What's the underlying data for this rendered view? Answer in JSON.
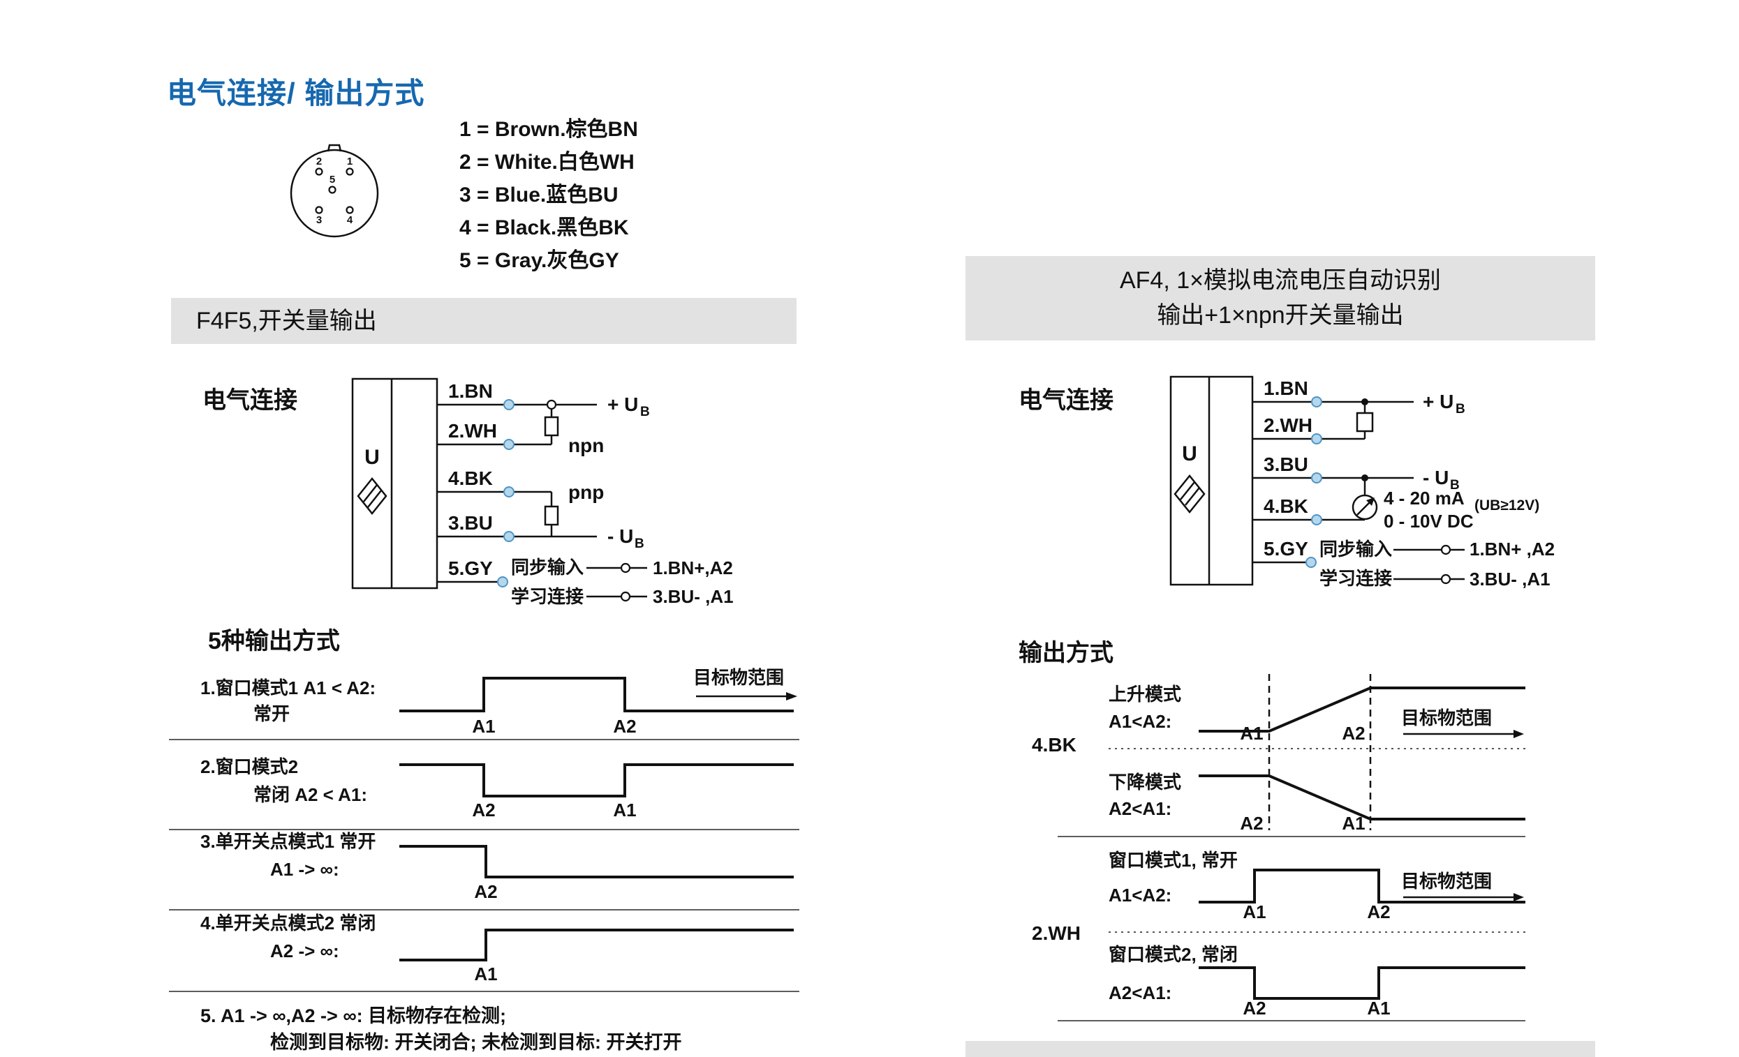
{
  "page": {
    "title": "电气连接/ 输出方式"
  },
  "connector": {
    "pins": [
      "1",
      "2",
      "3",
      "4",
      "5"
    ],
    "legend": [
      "1 = Brown.棕色BN",
      "2 = White.白色WH",
      "3 = Blue.蓝色BU",
      "4 = Black.黑色BK",
      "5 = Gray.灰色GY"
    ]
  },
  "labels": {
    "a1": "A1",
    "a2": "A2",
    "plus_u": "+ U",
    "minus_u": "- U",
    "sub_b": "B",
    "target_range": "目标物范围"
  },
  "left_section": {
    "header": "F4F5,开关量输出",
    "wiring_title": "电气连接",
    "wiring": {
      "sensor_u": "U",
      "wire1": "1.BN",
      "wire2": "2.WH",
      "wire4": "4.BK",
      "wire3": "3.BU",
      "wire5": "5.GY",
      "npn": "npn",
      "pnp": "pnp",
      "sync_input": "同步输入",
      "teach": "学习连接",
      "sync_top": "1.BN+,A2",
      "sync_bottom": "3.BU- ,A1"
    },
    "outputs_title": "5种输出方式",
    "outputs": {
      "d1_label": "1.窗口模式1 A1 < A2:",
      "d1_state": "常开",
      "d2_label": "2.窗口模式2",
      "d2_state": "常闭 A2 < A1:",
      "d3_label": "3.单开关点模式1 常开",
      "d3_cond": "A1 -> ∞:",
      "d4_label": "4.单开关点模式2 常闭",
      "d4_cond": "A2 -> ∞:",
      "note1": "5. A1 -> ∞,A2 -> ∞: 目标物存在检测;",
      "note2": "检测到目标物: 开关闭合; 未检测到目标: 开关打开"
    }
  },
  "right_section": {
    "header_line1": "AF4, 1×模拟电流电压自动识别",
    "header_line2": "输出+1×npn开关量输出",
    "wiring_title": "电气连接",
    "wiring": {
      "sensor_u": "U",
      "wire1": "1.BN",
      "wire2": "2.WH",
      "wire3": "3.BU",
      "wire4": "4.BK",
      "wire5": "5.GY",
      "analog1": "4 - 20 mA",
      "analog_note": "(UB≥12V)",
      "analog2": "0 - 10V DC",
      "sync_input": "同步输入",
      "teach": "学习连接",
      "sync_top": "1.BN+ ,A2",
      "sync_bottom": "3.BU- ,A1"
    },
    "outputs_title": "输出方式",
    "outputs": {
      "group1": "4.BK",
      "rise_label": "上升模式",
      "rise_cond": "A1<A2:",
      "fall_label": "下降模式",
      "fall_cond": "A2<A1:",
      "group2": "2.WH",
      "win1_label": "窗口模式1, 常开",
      "win1_cond": "A1<A2:",
      "win2_label": "窗口模式2, 常闭",
      "win2_cond": "A2<A1:"
    }
  },
  "colors": {
    "title_blue": "#1668af",
    "header_gray": "#e2e2e2",
    "terminal_blue_fill": "#b5d7ec",
    "terminal_blue_stroke": "#4f94c5",
    "ink": "#111111"
  }
}
